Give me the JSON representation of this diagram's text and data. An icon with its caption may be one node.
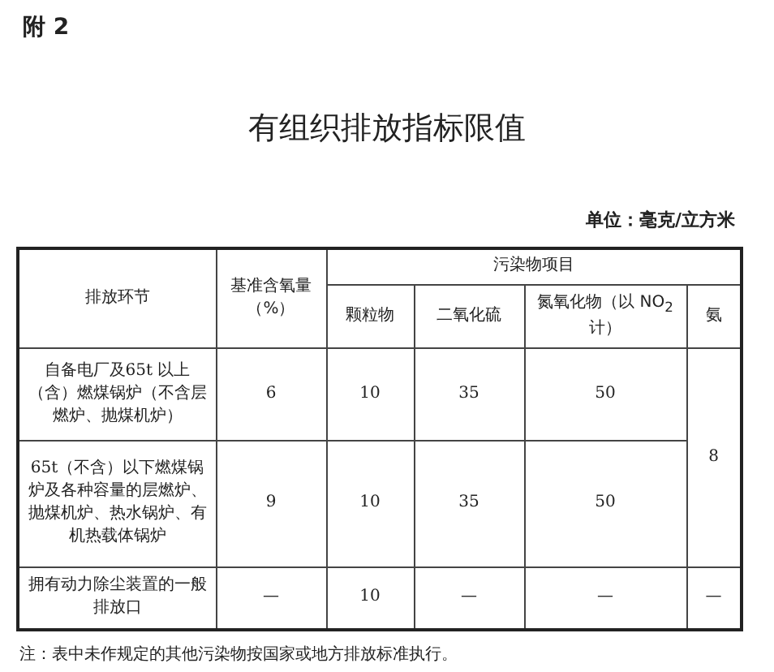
{
  "diagram": {
    "title": "有组织排放指标限值",
    "labels": [
      "附 2",
      "单位：毫克/立方米",
      "排放环节",
      "基准含氧量（%）",
      "污染物项目",
      "颗粒物",
      "二氧化硫",
      "氮氧化物（以 NO$_{2}$计）",
      "氨",
      "自备电厂及65t 以上（含）燃煤锅炉（不含层燃炉、抛煤机炉）",
      "6",
      "10",
      "35",
      "50",
      "8",
      "65t（不含）以下燃煤锅炉及各种容量的层燃炉、抛煤机炉、热水锅炉、有机热载体锅炉",
      "9",
      "10",
      "35",
      "50",
      "拥有动力除尘装置的一般排放口",
      "—",
      "10",
      "—",
      "—",
      "—",
      "注：表中未作规定的其他污染物按国家或地方排放标准执行。"
    ]
  }
}
